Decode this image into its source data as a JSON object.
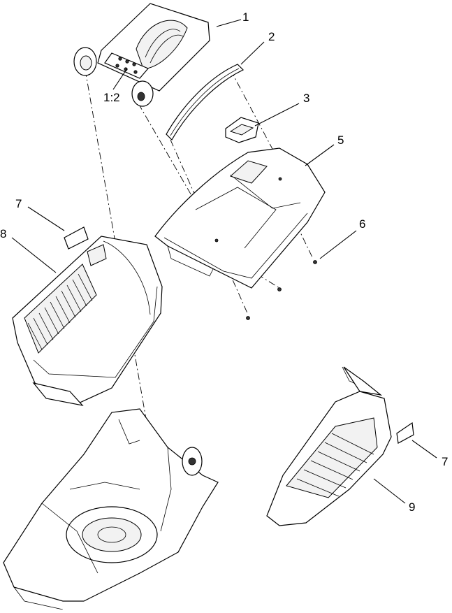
{
  "callouts": {
    "c1": "1",
    "c1_2": "1:2",
    "c2": "2",
    "c3": "3",
    "c5": "5",
    "c6": "6",
    "c7a": "7",
    "c8": "8",
    "c7b": "7",
    "c9": "9"
  }
}
